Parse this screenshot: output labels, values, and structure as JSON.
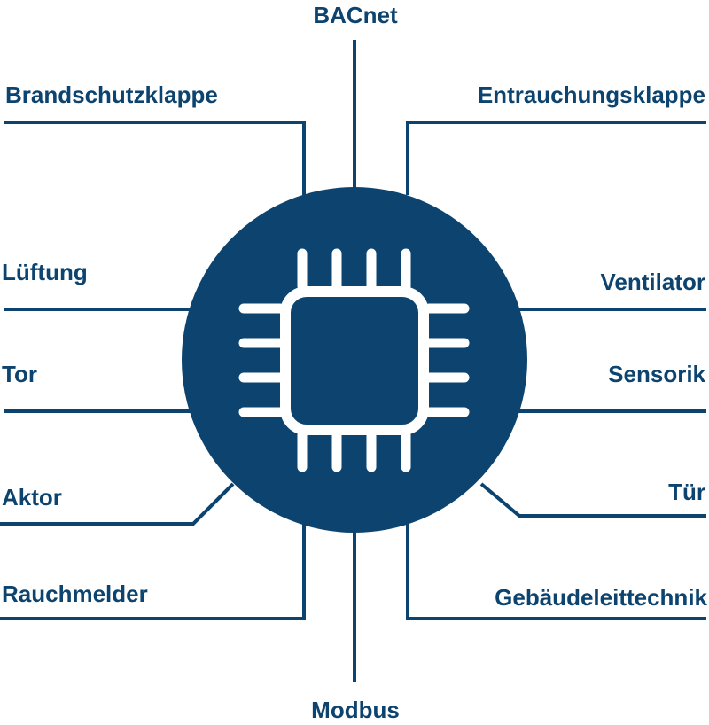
{
  "colors": {
    "primary": "#0c446f",
    "background": "#ffffff",
    "icon": "#ffffff"
  },
  "center": {
    "icon": "microchip-icon"
  },
  "nodes": {
    "top": "BACnet",
    "bottom": "Modbus",
    "brandschutzklappe": "Brandschutzklappe",
    "entrauchungsklappe": "Entrauchungsklappe",
    "lueftung": "Lüftung",
    "ventilator": "Ventilator",
    "tor": "Tor",
    "sensorik": "Sensorik",
    "aktor": "Aktor",
    "tuer": "Tür",
    "rauchmelder": "Rauchmelder",
    "gebaeudeleittechnik": "Gebäudeleittechnik"
  }
}
